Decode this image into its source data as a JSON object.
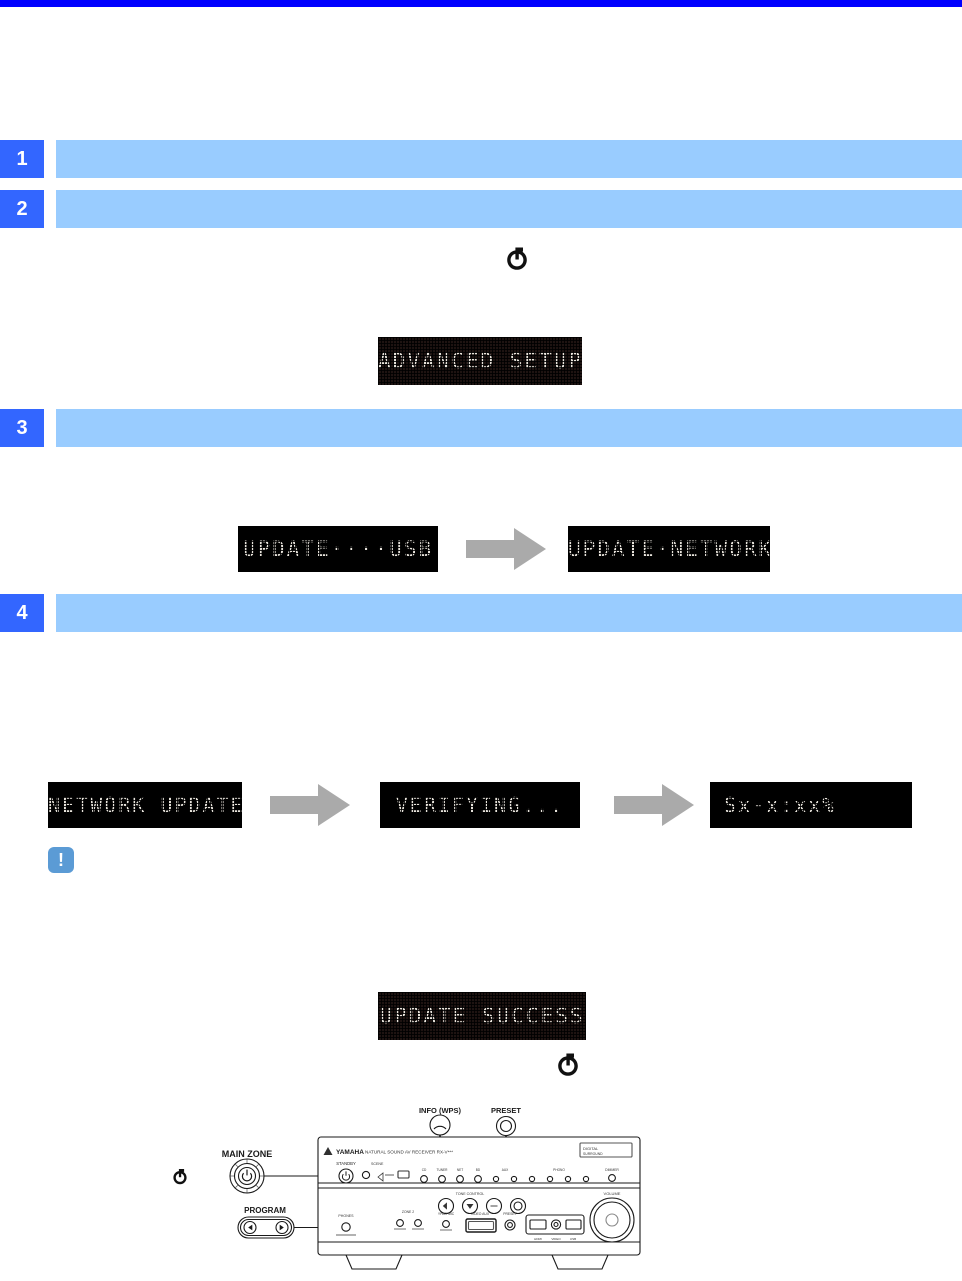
{
  "page": {
    "top_rule_color": "#0000ff",
    "background": "#ffffff"
  },
  "colors": {
    "step_number_bg": "#3366ff",
    "step_bar_bg": "#99ccff",
    "display_bg": "#000000",
    "display_bg_warm": "#1e1311",
    "display_text": "#e8e4dc",
    "arrow": "#aaaaaa",
    "notice_badge": "#5b9bd5"
  },
  "steps": [
    {
      "number": "1",
      "text": ""
    },
    {
      "number": "2",
      "text": ""
    },
    {
      "number": "3",
      "text": ""
    },
    {
      "number": "4",
      "text": ""
    }
  ],
  "paragraphs": {
    "p_after_step2_pre": "",
    "p_after_step2_post": "",
    "p_after_step3": "",
    "p_after_step4": "",
    "p_note": "",
    "p_after_success": ""
  },
  "displays": {
    "advanced_setup": "ADVANCED SETUP",
    "update_usb": "UPDATE····USB",
    "update_network": "UPDATE·NETWORK",
    "network_update": "NETWORK UPDATE",
    "verifying": "VERIFYING...",
    "progress": "Sx-x:xx%",
    "update_success": "UPDATE SUCCESS"
  },
  "notice": {
    "glyph": "!"
  },
  "receiver": {
    "brand": "YAMAHA",
    "model_line": "NATURAL SOUND AV RECEIVER  RX-V***",
    "callouts": {
      "main_zone": "MAIN ZONE",
      "program": "PROGRAM",
      "info": "INFO (WPS)",
      "preset": "PRESET"
    },
    "panel_labels": {
      "standby": "STANDBY",
      "volume": "VOLUME",
      "scene": "SCENE",
      "tuner": "TUNER",
      "phones": "PHONES",
      "usb": "USB",
      "video_aux": "VIDEO AUX"
    }
  },
  "icons": {
    "standby_power": "power-standby-icon",
    "arrow_right": "arrow-right-icon",
    "notice": "notice-icon"
  }
}
